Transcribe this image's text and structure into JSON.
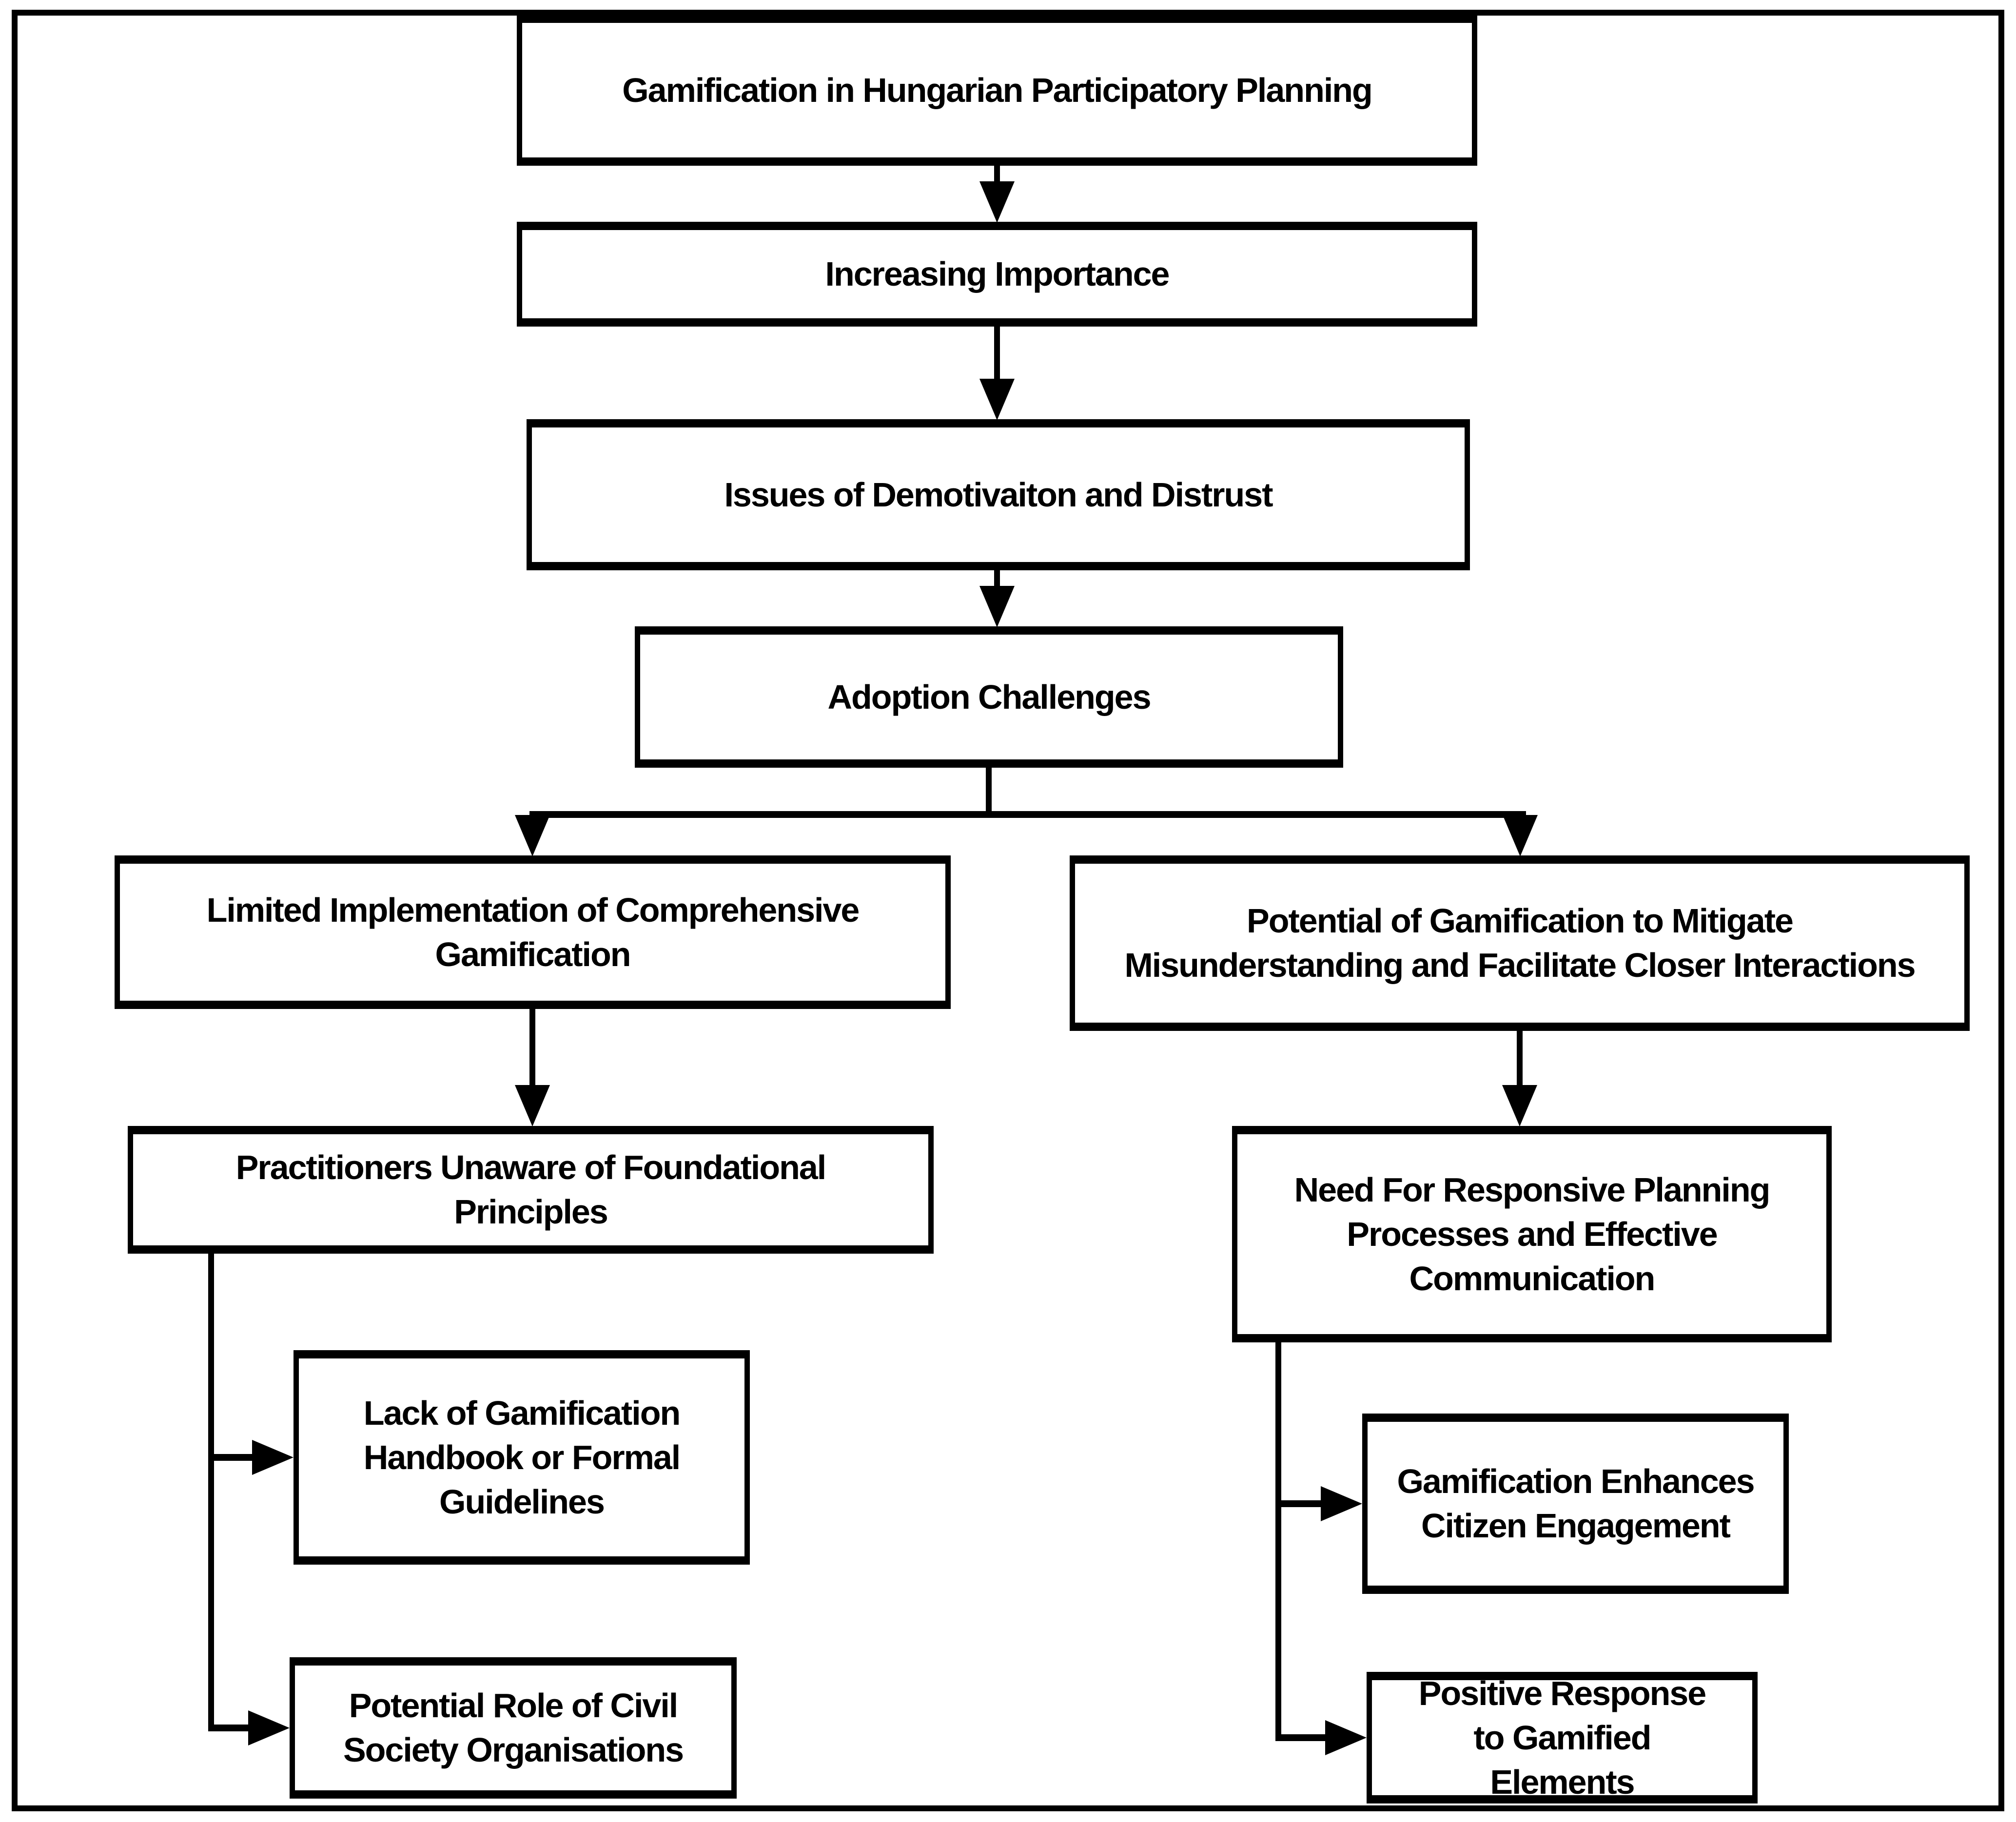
{
  "diagram": {
    "type": "flowchart",
    "background_color": "#ffffff",
    "line_color": "#000000",
    "text_color": "#000000",
    "nodes": [
      {
        "id": "root",
        "label": "Gamification in Hungarian Participatory Planning"
      },
      {
        "id": "increasing-importance",
        "label": "Increasing Importance"
      },
      {
        "id": "issues-demotivation",
        "label": "Issues of Demotivaiton and Distrust"
      },
      {
        "id": "adoption-challenges",
        "label": "Adoption Challenges"
      },
      {
        "id": "limited-implementation",
        "label": "Limited Implementation of Comprehensive\nGamification"
      },
      {
        "id": "practitioners-unaware",
        "label": "Practitioners Unaware of Foundational\nPrinciples"
      },
      {
        "id": "lack-of-handbook",
        "label": "Lack of Gamification\nHandbook or Formal\nGuidelines"
      },
      {
        "id": "civil-society-role",
        "label": "Potential Role of Civil\nSociety Organisations"
      },
      {
        "id": "potential-mitigate",
        "label": "Potential of Gamification to Mitigate\nMisunderstanding and Facilitate Closer Interactions"
      },
      {
        "id": "responsive-planning",
        "label": "Need For Responsive Planning\nProcesses and Effective\nCommunication"
      },
      {
        "id": "enhances-engagement",
        "label": "Gamification Enhances\nCitizen Engagement"
      },
      {
        "id": "positive-response",
        "label": "Positive Response\nto Gamified\nElements"
      }
    ],
    "edges": [
      {
        "from": "root",
        "to": "increasing-importance"
      },
      {
        "from": "increasing-importance",
        "to": "issues-demotivation"
      },
      {
        "from": "issues-demotivation",
        "to": "adoption-challenges"
      },
      {
        "from": "adoption-challenges",
        "to": "limited-implementation"
      },
      {
        "from": "adoption-challenges",
        "to": "potential-mitigate"
      },
      {
        "from": "limited-implementation",
        "to": "practitioners-unaware"
      },
      {
        "from": "practitioners-unaware",
        "to": "lack-of-handbook"
      },
      {
        "from": "practitioners-unaware",
        "to": "civil-society-role"
      },
      {
        "from": "potential-mitigate",
        "to": "responsive-planning"
      },
      {
        "from": "responsive-planning",
        "to": "enhances-engagement"
      },
      {
        "from": "responsive-planning",
        "to": "positive-response"
      }
    ]
  }
}
